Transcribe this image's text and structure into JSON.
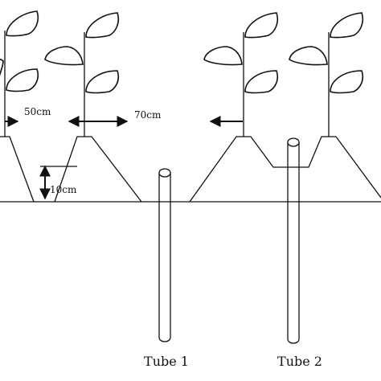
{
  "labels": {
    "spacing_small": "50cm",
    "spacing_large": "70cm",
    "ridge_height": "10cm",
    "tube_1": "Tube 1",
    "tube_2": "Tube 2"
  }
}
